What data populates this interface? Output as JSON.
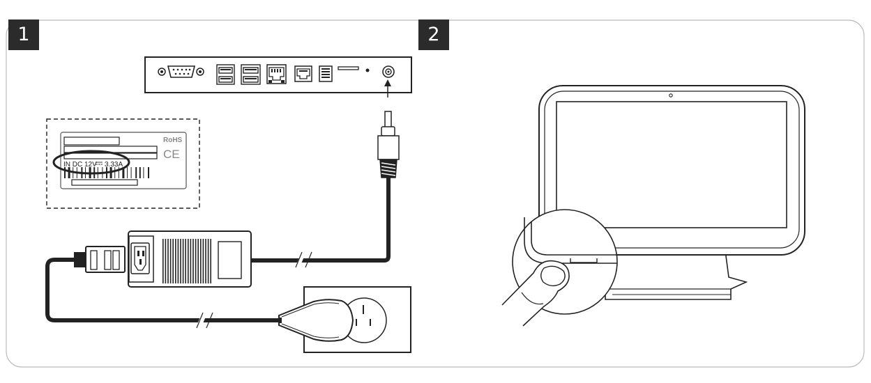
{
  "steps": [
    {
      "number": "1"
    },
    {
      "number": "2"
    }
  ],
  "power_label": {
    "rating_text": "IN DC 12V",
    "current_text": "3.33A",
    "rohs_text": "RoHS",
    "ce_text": "CE"
  },
  "icons": [
    "serial-port-icon",
    "usb-port-icon",
    "ethernet-port-icon",
    "sd-slot-icon",
    "dc-jack-icon",
    "power-adapter-icon",
    "wall-outlet-icon",
    "power-plug-icon",
    "touchscreen-terminal-icon",
    "hand-icon"
  ],
  "colors": {
    "line": "#222222",
    "frame": "#bbbbbb",
    "badge": "#2b2b2b"
  }
}
